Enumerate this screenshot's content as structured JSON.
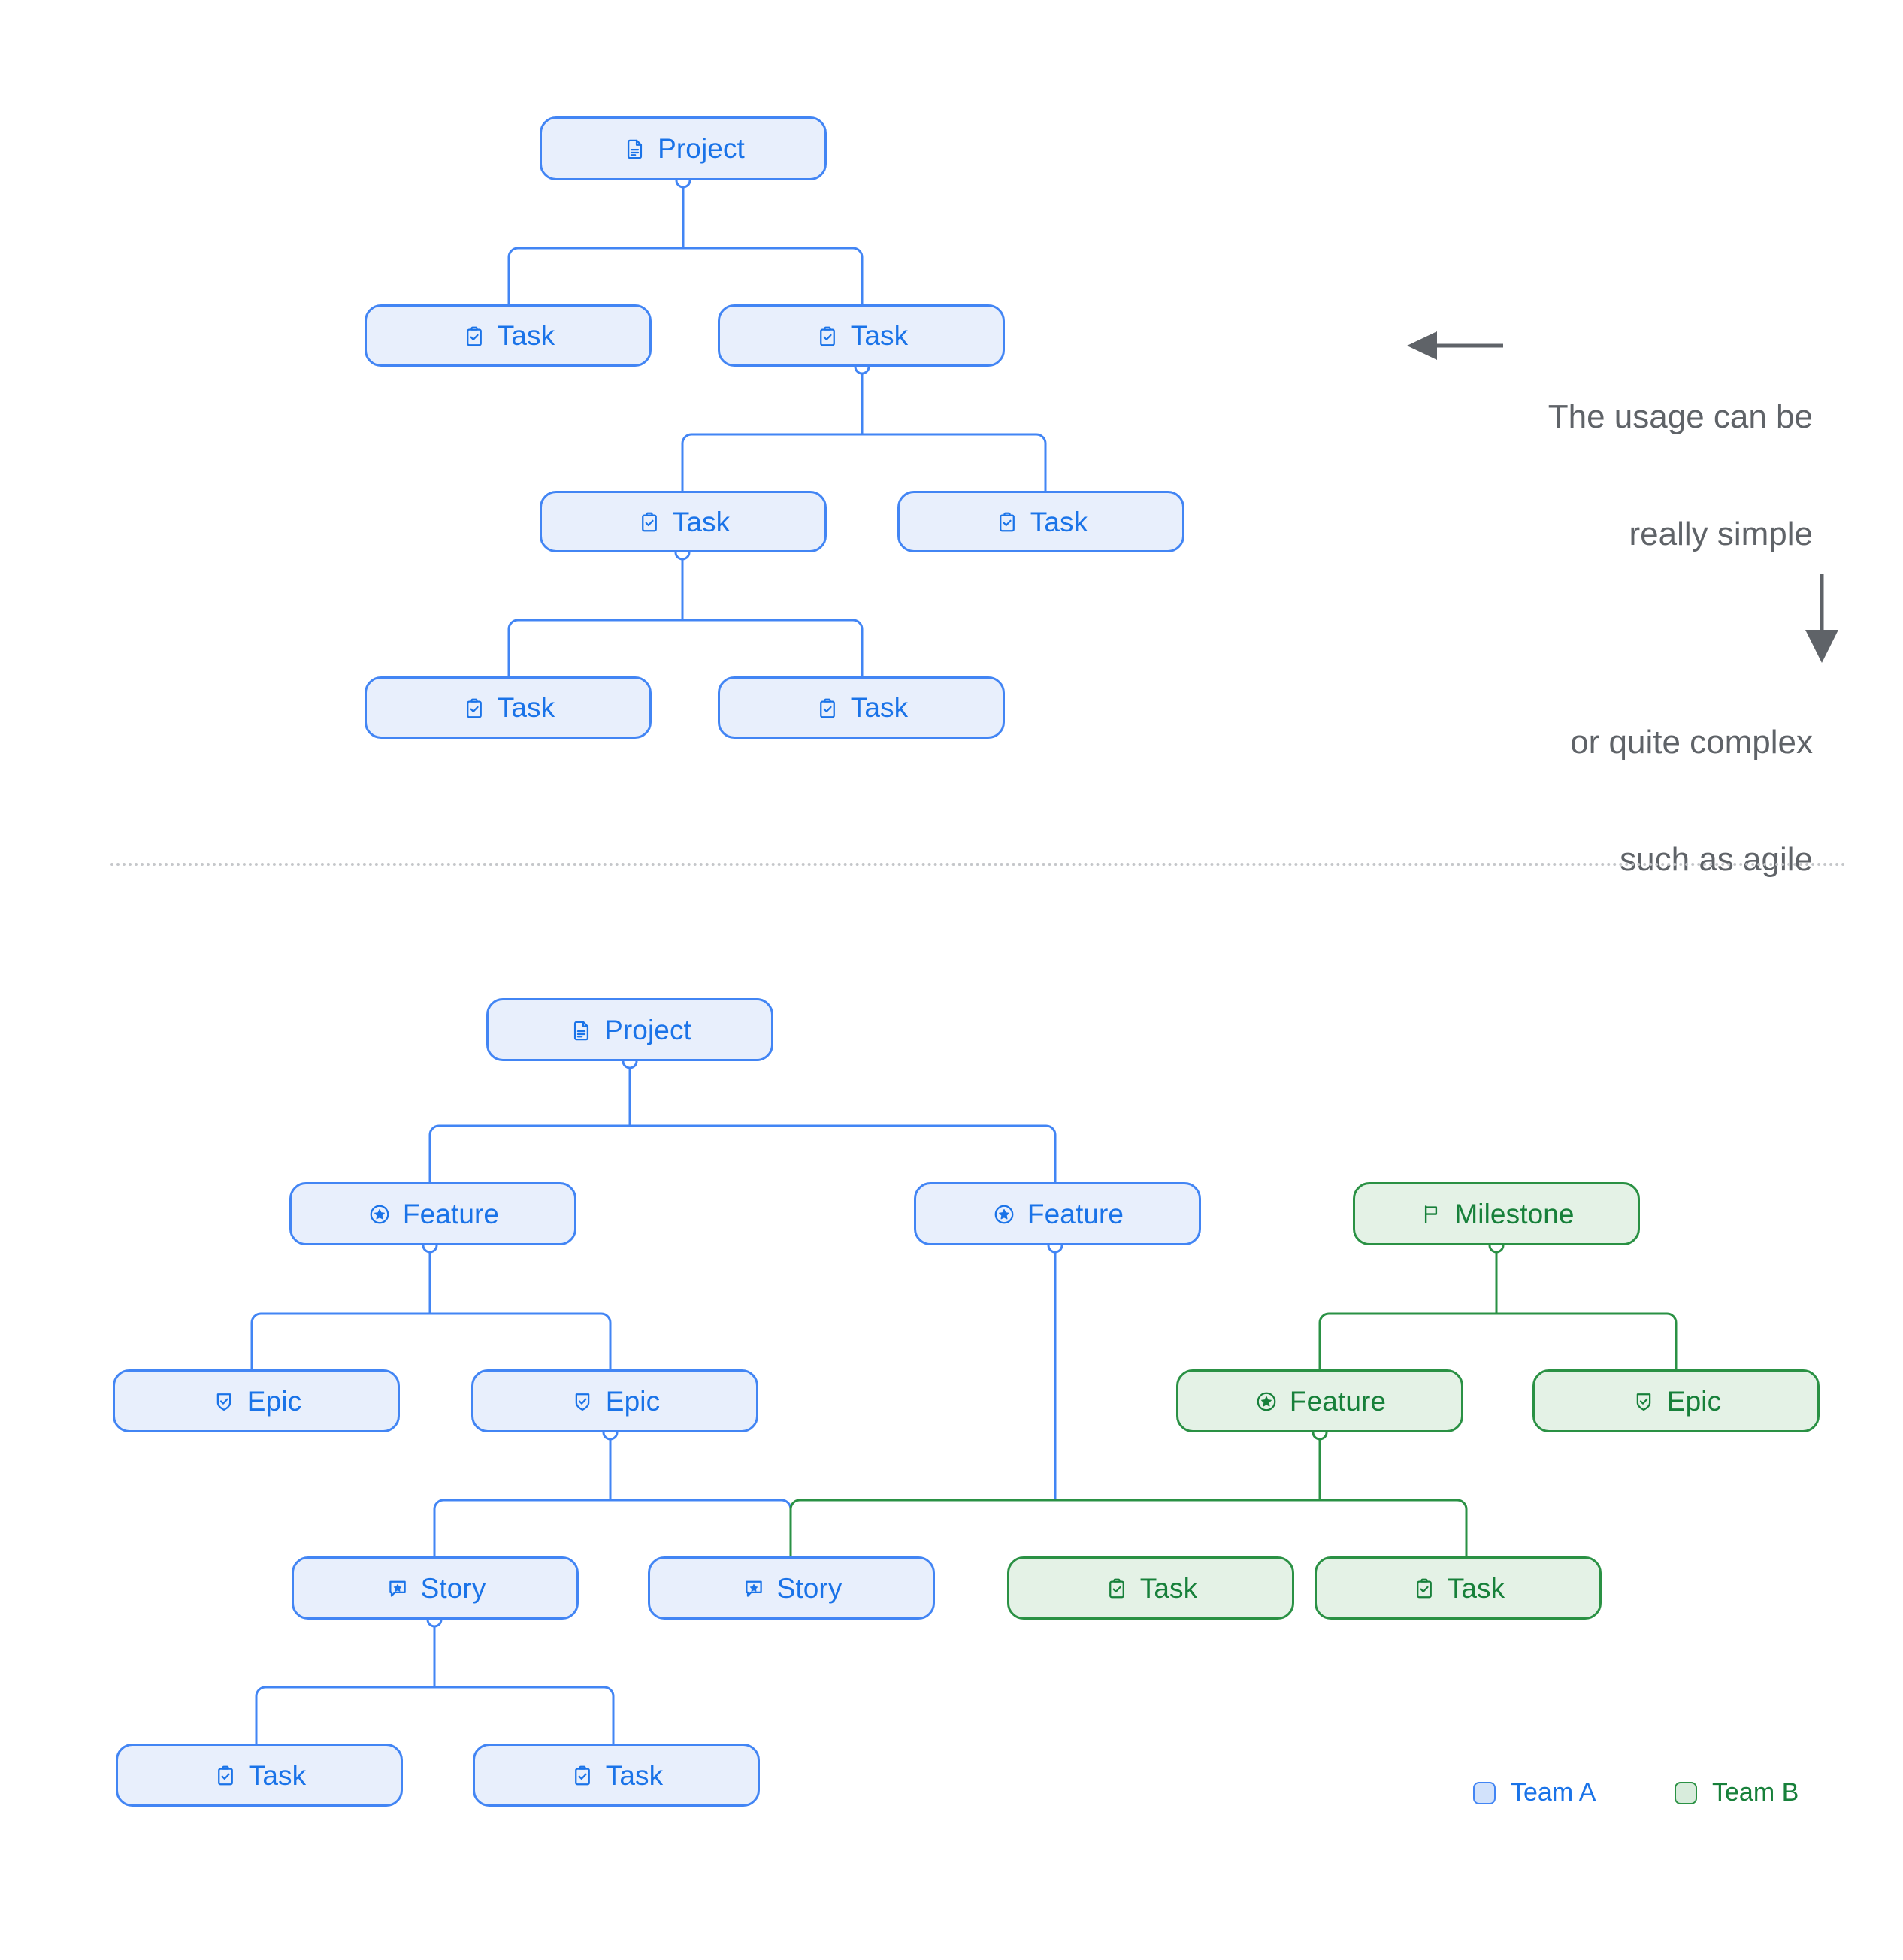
{
  "diagram": {
    "type": "tree-hierarchy",
    "colors": {
      "team_a_border": "#4285f4",
      "team_a_fill": "#e8effc",
      "team_a_text": "#1a73e8",
      "team_b_border": "#2a9144",
      "team_b_fill": "#e4f2e6",
      "team_b_text": "#17803a",
      "annotation_text": "#5f6368",
      "divider": "#c5c7ca"
    },
    "simple_tree": {
      "nodes": [
        {
          "id": "s-project",
          "label": "Project",
          "icon": "document-icon",
          "team": "A"
        },
        {
          "id": "s-task-1",
          "label": "Task",
          "icon": "clipboard-check-icon",
          "team": "A"
        },
        {
          "id": "s-task-2",
          "label": "Task",
          "icon": "clipboard-check-icon",
          "team": "A"
        },
        {
          "id": "s-task-3",
          "label": "Task",
          "icon": "clipboard-check-icon",
          "team": "A"
        },
        {
          "id": "s-task-4",
          "label": "Task",
          "icon": "clipboard-check-icon",
          "team": "A"
        },
        {
          "id": "s-task-5",
          "label": "Task",
          "icon": "clipboard-check-icon",
          "team": "A"
        },
        {
          "id": "s-task-6",
          "label": "Task",
          "icon": "clipboard-check-icon",
          "team": "A"
        }
      ],
      "edges": [
        {
          "from": "s-project",
          "to": "s-task-1"
        },
        {
          "from": "s-project",
          "to": "s-task-2"
        },
        {
          "from": "s-task-2",
          "to": "s-task-3"
        },
        {
          "from": "s-task-2",
          "to": "s-task-4"
        },
        {
          "from": "s-task-3",
          "to": "s-task-5"
        },
        {
          "from": "s-task-3",
          "to": "s-task-6"
        }
      ]
    },
    "agile_tree": {
      "nodes": [
        {
          "id": "a-project",
          "label": "Project",
          "icon": "document-icon",
          "team": "A"
        },
        {
          "id": "a-feature-1",
          "label": "Feature",
          "icon": "star-circle-icon",
          "team": "A"
        },
        {
          "id": "a-feature-2",
          "label": "Feature",
          "icon": "star-circle-icon",
          "team": "A"
        },
        {
          "id": "a-milestone",
          "label": "Milestone",
          "icon": "flag-icon",
          "team": "B"
        },
        {
          "id": "a-epic-1",
          "label": "Epic",
          "icon": "shield-check-icon",
          "team": "A"
        },
        {
          "id": "a-epic-2",
          "label": "Epic",
          "icon": "shield-check-icon",
          "team": "A"
        },
        {
          "id": "a-feature-3",
          "label": "Feature",
          "icon": "star-circle-icon",
          "team": "B"
        },
        {
          "id": "a-epic-3",
          "label": "Epic",
          "icon": "shield-check-icon",
          "team": "B"
        },
        {
          "id": "a-story-1",
          "label": "Story",
          "icon": "comment-star-icon",
          "team": "A"
        },
        {
          "id": "a-story-2",
          "label": "Story",
          "icon": "comment-star-icon",
          "team": "A"
        },
        {
          "id": "a-task-1",
          "label": "Task",
          "icon": "clipboard-check-icon",
          "team": "B"
        },
        {
          "id": "a-task-2",
          "label": "Task",
          "icon": "clipboard-check-icon",
          "team": "B"
        },
        {
          "id": "a-task-3",
          "label": "Task",
          "icon": "clipboard-check-icon",
          "team": "A"
        },
        {
          "id": "a-task-4",
          "label": "Task",
          "icon": "clipboard-check-icon",
          "team": "A"
        }
      ],
      "edges": [
        {
          "from": "a-project",
          "to": "a-feature-1"
        },
        {
          "from": "a-project",
          "to": "a-feature-2"
        },
        {
          "from": "a-feature-1",
          "to": "a-epic-1"
        },
        {
          "from": "a-feature-1",
          "to": "a-epic-2"
        },
        {
          "from": "a-milestone",
          "to": "a-feature-3"
        },
        {
          "from": "a-milestone",
          "to": "a-epic-3"
        },
        {
          "from": "a-epic-2",
          "to": "a-story-1"
        },
        {
          "from": "a-epic-2",
          "to": "a-story-2"
        },
        {
          "from": "a-feature-3",
          "to": "a-task-1"
        },
        {
          "from": "a-feature-3",
          "to": "a-task-2"
        },
        {
          "from": "a-story-1",
          "to": "a-task-3"
        },
        {
          "from": "a-story-1",
          "to": "a-task-4"
        }
      ]
    }
  },
  "annotation": {
    "line1": "The usage can be",
    "line2": "really simple",
    "line3": "or quite complex",
    "line4": "such as agile",
    "left_arrow_icon": "arrow-left-icon",
    "down_arrow_icon": "arrow-down-icon"
  },
  "legend": {
    "team_a_label": "Team A",
    "team_b_label": "Team B",
    "team_a_swatch_icon": "blue-square-swatch",
    "team_b_swatch_icon": "green-square-swatch"
  }
}
